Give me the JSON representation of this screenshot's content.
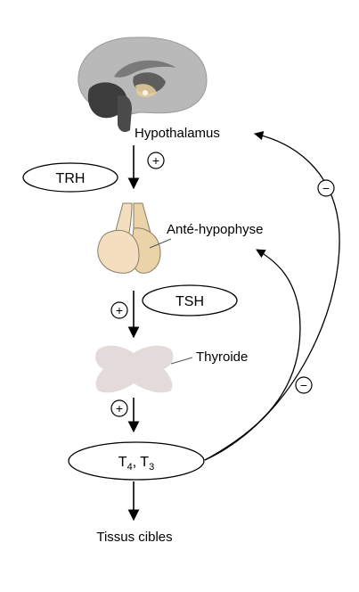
{
  "labels": {
    "hypothalamus": "Hypothalamus",
    "trh": "TRH",
    "pituitary": "Anté-hypophyse",
    "tsh": "TSH",
    "thyroid": "Thyroide",
    "hormones_base": "T",
    "hormone_t4_sub": "4",
    "hormones_sep": ", T",
    "hormone_t3_sub": "3",
    "targets": "Tissus cibles"
  },
  "signs": {
    "plus": "+",
    "minus": "−"
  },
  "colors": {
    "brain": "#b9b9b9",
    "brain_dark": "#6e6e6e",
    "brain_deep": "#3c3c3c",
    "pituitary_fill": "#f3dfbf",
    "pituitary_stroke": "#8a7b63",
    "thyroid_fill": "#e3dada",
    "line": "#000000"
  }
}
